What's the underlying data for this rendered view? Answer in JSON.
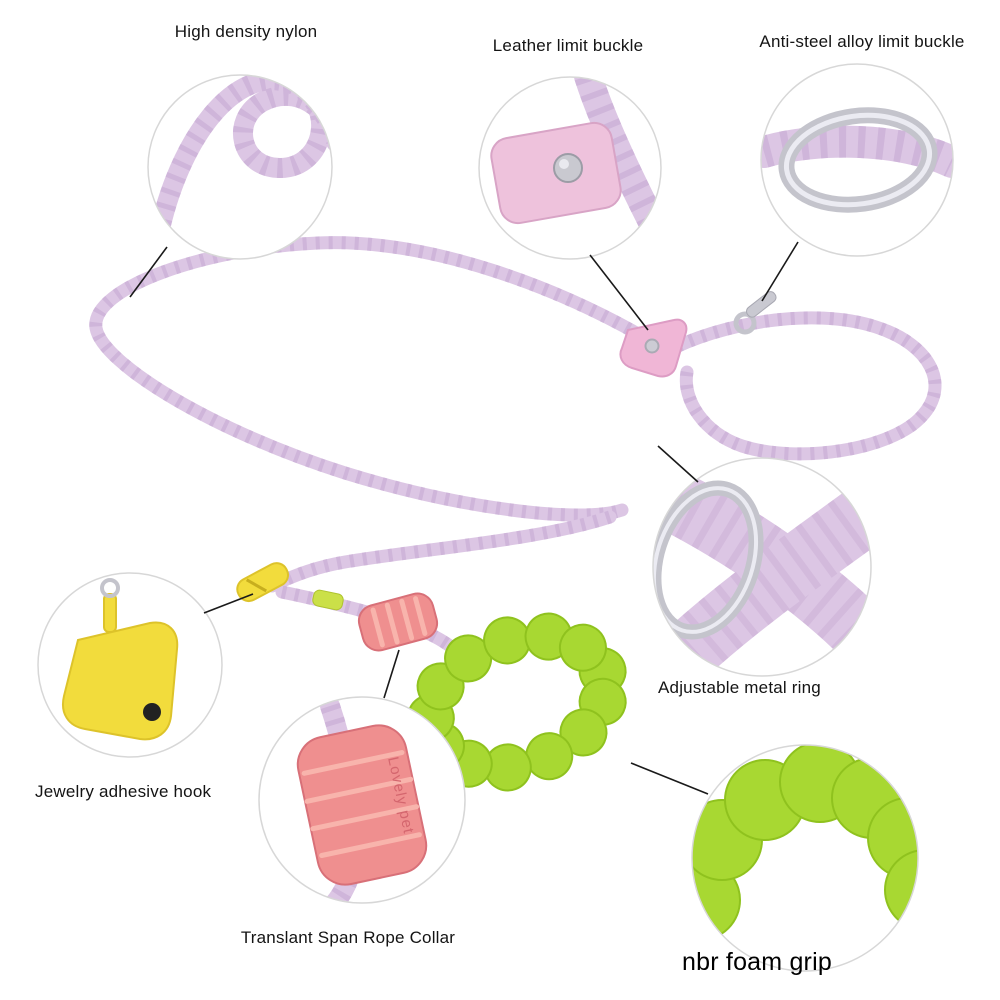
{
  "annotations": [
    {
      "label": "High density nylon"
    },
    {
      "label": "Leather limit buckle"
    },
    {
      "label": "Anti-steel alloy limit buckle"
    },
    {
      "label": "Adjustable metal ring"
    },
    {
      "label": "Jewelry adhesive hook"
    },
    {
      "label": "Translant Span Rope Collar"
    },
    {
      "label": "nbr foam grip"
    }
  ],
  "product": {
    "collar_text": "Lovely pet"
  },
  "colors": {
    "rope": "#dcc6e4",
    "rope-dark": "#c2a3cf",
    "foam": "#a8d832",
    "grip": "#ef8f8f",
    "pouch": "#f2dc3c",
    "metal": "#c4c4cc",
    "leather": "#eec2dc",
    "clip-pink": "#f0b6d6",
    "line": "#1a1a1a"
  }
}
